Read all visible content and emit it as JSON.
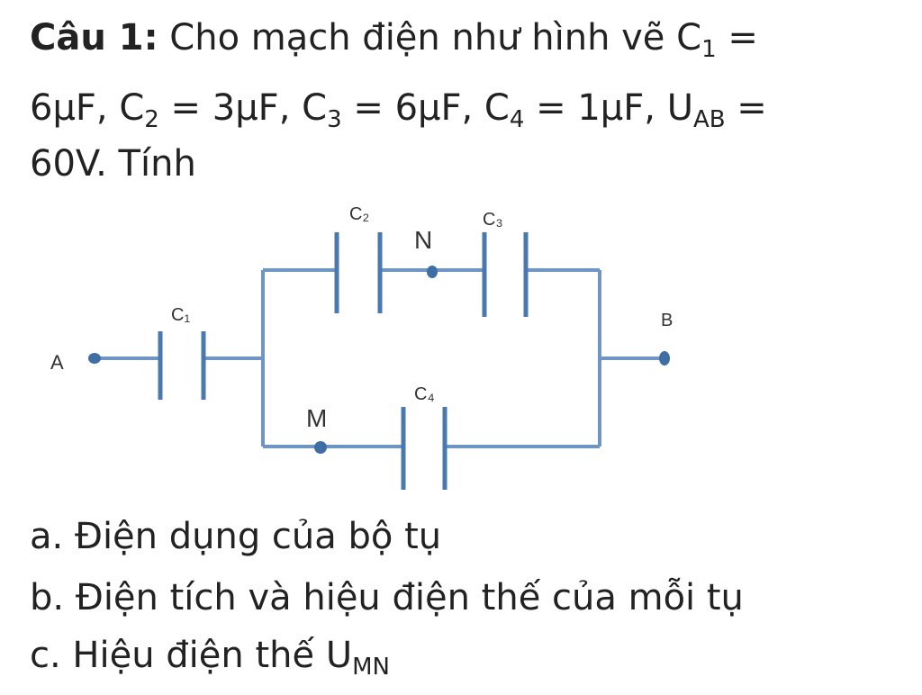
{
  "problem": {
    "number": "Câu 1:",
    "line1_text": "Cho mạch điện như hình vẽ",
    "c1": {
      "symbol": "C",
      "sub": "1",
      "value": "6μF"
    },
    "c2": {
      "symbol": "C",
      "sub": "2",
      "value": "3μF"
    },
    "c3": {
      "symbol": "C",
      "sub": "3",
      "value": "6μF"
    },
    "c4": {
      "symbol": "C",
      "sub": "4",
      "value": "1μF"
    },
    "uab": {
      "symbol": "U",
      "sub": "AB",
      "value": "60V."
    },
    "tinh": "Tính"
  },
  "circuit": {
    "nodes": {
      "a": "A",
      "b": "B",
      "m": "M",
      "n": "N"
    },
    "capacitor_labels": {
      "c1": "C₁",
      "c2": "C₂",
      "c3": "C₃",
      "c4": "C₄"
    },
    "wire_color": "#6f95c4",
    "node_color": "#3f6ea6"
  },
  "questions": {
    "a": "a. Điện dụng của bộ tụ",
    "b": "b. Điện tích và hiệu điện thế của mỗi tụ",
    "c_text": "c. Hiệu điện thế",
    "c_symbol": "U",
    "c_sub": "MN"
  }
}
